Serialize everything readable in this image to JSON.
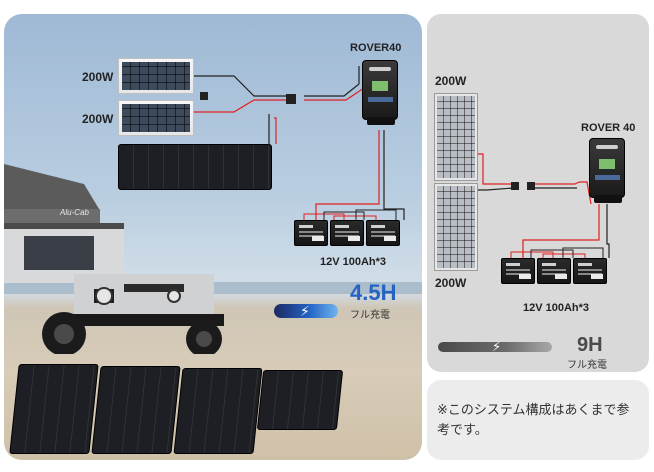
{
  "left": {
    "panel_top_label": "200W",
    "panel_bottom_label": "200W",
    "controller_label": "ROVER40",
    "battery_caption": "12V 100Ah*3",
    "charge_time": "4.5H",
    "charge_subtitle": "フル充電",
    "vehicle_logo": "Alu-Cab",
    "accent_color": "#2463c4"
  },
  "right": {
    "panel_top_label": "200W",
    "panel_bottom_label": "200W",
    "controller_label": "ROVER 40",
    "battery_caption": "12V 100Ah*3",
    "charge_time": "9H",
    "charge_subtitle": "フル充電",
    "accent_color": "#555555"
  },
  "note": {
    "text": "※このシステム構成はあくまで参考です。"
  },
  "wire_colors": {
    "positive": "#e02020",
    "negative": "#222222"
  },
  "icons": [
    "lightning-bolt-icon",
    "lightning-bolt-icon"
  ]
}
